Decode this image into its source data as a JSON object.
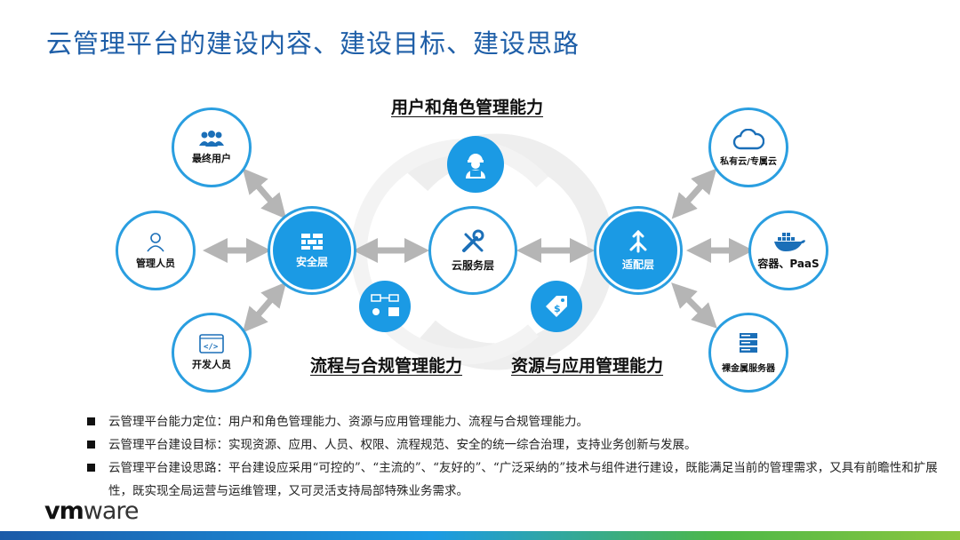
{
  "title": "云管理平台的建设内容、建设目标、建设思路",
  "headings": {
    "top": "用户和角色管理能力",
    "bottom_left": "流程与合规管理能力",
    "bottom_right": "资源与应用管理能力"
  },
  "nodes": {
    "end_user": "最终用户",
    "admin": "管理人员",
    "developer": "开发人员",
    "security": "安全层",
    "cloud_service": "云服务层",
    "adapter": "适配层",
    "private_cloud": "私有云/专属云",
    "container": "容器、PaaS",
    "bare_metal": "裸金属服务器"
  },
  "bullets": [
    "云管理平台能力定位：用户和角色管理能力、资源与应用管理能力、流程与合规管理能力。",
    "云管理平台建设目标：实现资源、应用、人员、权限、流程规范、安全的统一综合治理，支持业务创新与发展。",
    "云管理平台建设思路：平台建设应采用“可控的”、“主流的”、“友好的”、“广泛采纳的”技术与组件进行建设，既能满足当前的管理需求，又具有前瞻性和扩展性，既实现全局运营与运维管理，又可灵活支持局部特殊业务需求。"
  ],
  "brand": {
    "vm": "vm",
    "ware": "ware"
  },
  "colors": {
    "accent": "#1b9ae4",
    "title": "#1f5fa8",
    "arrow": "#b5b5b5"
  },
  "icons": [
    "users-icon",
    "person-icon",
    "code-icon",
    "firewall-icon",
    "tools-icon",
    "adapter-icon",
    "cloud-icon",
    "docker-icon",
    "server-icon",
    "engineer-icon",
    "workflow-icon",
    "price-tag-icon"
  ]
}
